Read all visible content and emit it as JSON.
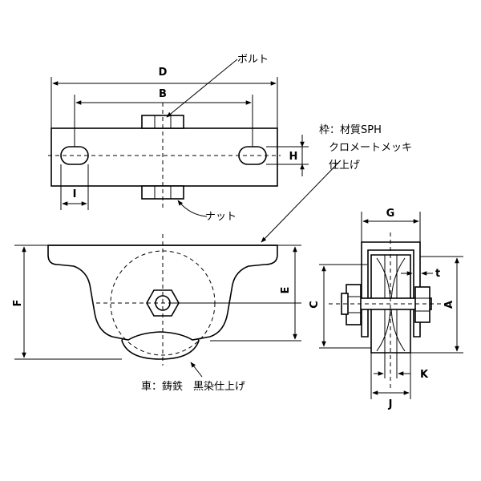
{
  "annotations": {
    "bolt": "ボルト",
    "nut": "ナット",
    "frame_line1": "枠：材質SPH",
    "frame_line2": "クロメートメッキ",
    "frame_line3": "仕上げ",
    "wheel": "車：鋳鉄　黒染仕上げ"
  },
  "dimensions": {
    "D": "D",
    "B": "B",
    "H": "H",
    "I": "I",
    "F": "F",
    "E": "E",
    "G": "G",
    "t": "t",
    "C": "C",
    "A": "A",
    "K": "K",
    "J": "J"
  }
}
